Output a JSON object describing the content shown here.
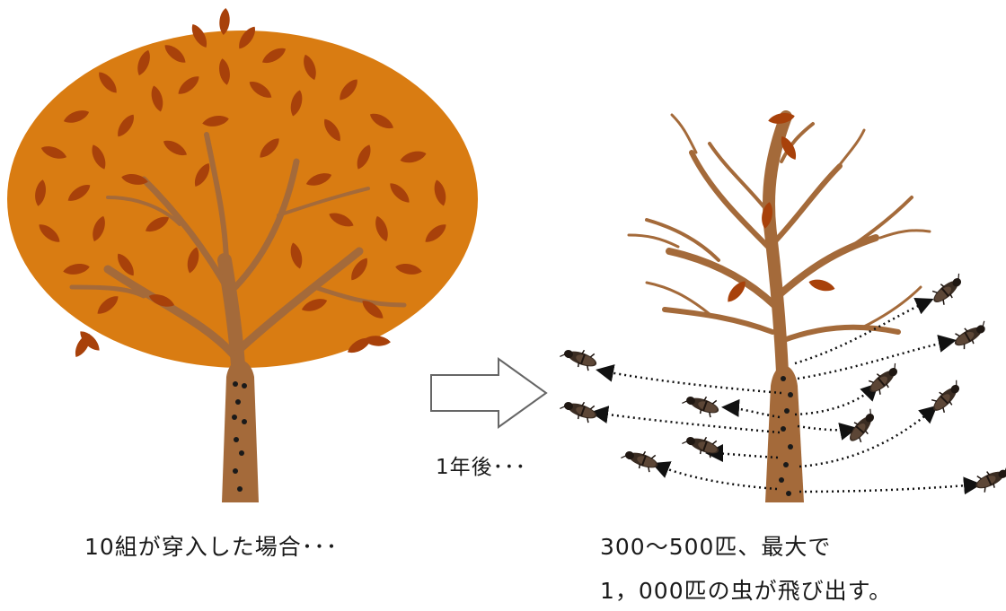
{
  "captions": {
    "left": "10組が穿入した場合･･･",
    "middle": "1年後･･･",
    "right_line1": "300～500匹、最大で",
    "right_line2": "1，000匹の虫が飛び出す。"
  },
  "colors": {
    "canopy": "#d97c12",
    "leaf": "#a8410a",
    "trunk": "#a46a3a",
    "hole": "#1a1a1a",
    "insect": "#2a1f1a",
    "arrow_outline": "#666666"
  },
  "icons": {
    "arrow": "right-outline-arrow",
    "insect": "ambrosia-beetle-icon"
  }
}
